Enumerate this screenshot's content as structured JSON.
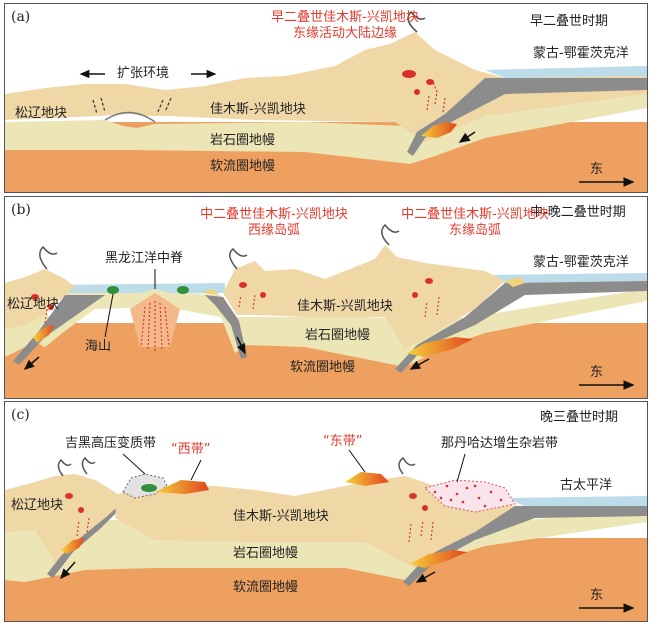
{
  "colors": {
    "sky": "#ffffff",
    "crust": "#efd7a6",
    "lithosphere": "#ece6b6",
    "asthenosphere": "#eda05f",
    "ocean": "#bcdcea",
    "slab": "#8c8c8c",
    "magma": "#d9302a",
    "accent_red": "#e23b2e"
  },
  "panels": [
    {
      "tag": "(a)",
      "period": "早二叠世时期",
      "title_red_line1": "早二叠世佳木斯-兴凯地块",
      "title_red_line2": "东缘活动大陆边缘",
      "ocean_label": "蒙古-鄂霍茨克洋",
      "extension_label": "扩张环境",
      "songliao": "松辽地块",
      "jiamusi": "佳木斯-兴凯地块",
      "lithosphere": "岩石圈地幔",
      "asthenosphere": "软流圈地幔",
      "direction": "东"
    },
    {
      "tag": "(b)",
      "period": "中-晚二叠世时期",
      "west_arc_line1": "中二叠世佳木斯-兴凯地块",
      "west_arc_line2": "西缘岛弧",
      "east_arc_line1": "中二叠世佳木斯-兴凯地块",
      "east_arc_line2": "东缘岛弧",
      "ridge_label": "黑龙江洋中脊",
      "ocean_label": "蒙古-鄂霍茨克洋",
      "seamount": "海山",
      "songliao": "松辽地块",
      "jiamusi": "佳木斯-兴凯地块",
      "lithosphere": "岩石圈地幔",
      "asthenosphere": "软流圈地幔",
      "direction": "东"
    },
    {
      "tag": "(c)",
      "period": "晚三叠世时期",
      "metamorphic_belt": "吉黑高压变质带",
      "west_belt": "“西带”",
      "east_belt": "“东带”",
      "accretion_label": "那丹哈达增生杂岩带",
      "ocean_label": "古太平洋",
      "songliao": "松辽地块",
      "jiamusi": "佳木斯-兴凯地块",
      "lithosphere": "岩石圈地幔",
      "asthenosphere": "软流圈地幔",
      "direction": "东"
    }
  ]
}
